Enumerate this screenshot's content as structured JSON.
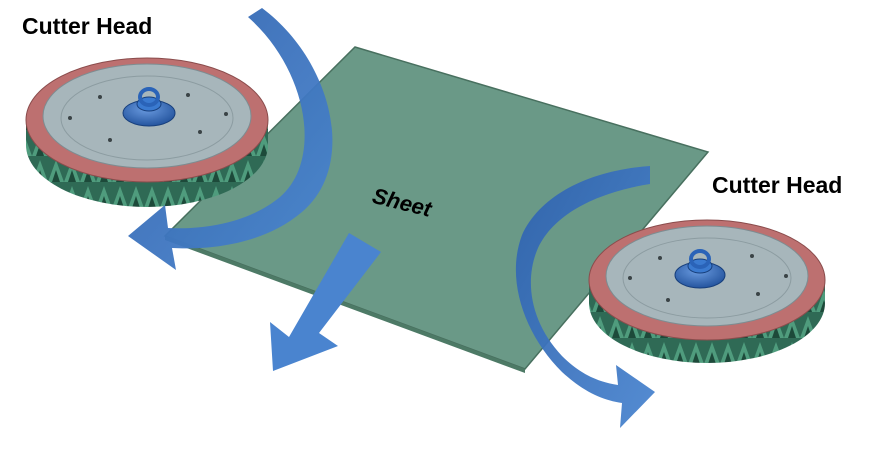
{
  "labels": {
    "cutter_head_left": "Cutter Head",
    "cutter_head_right": "Cutter Head",
    "sheet": "Sheet"
  },
  "colors": {
    "sheet_fill": "#6a9987",
    "sheet_edge": "#48705f",
    "arrow": "#3d74bd",
    "cutter_rim": "#bd7070",
    "cutter_top": "#a7b6bb",
    "cutter_teeth": "#2f6a55",
    "hub": "#2a63b8"
  },
  "icons": [
    "cutter-head-left-graphic",
    "cutter-head-right-graphic",
    "rotation-arrow",
    "feed-arrow"
  ]
}
